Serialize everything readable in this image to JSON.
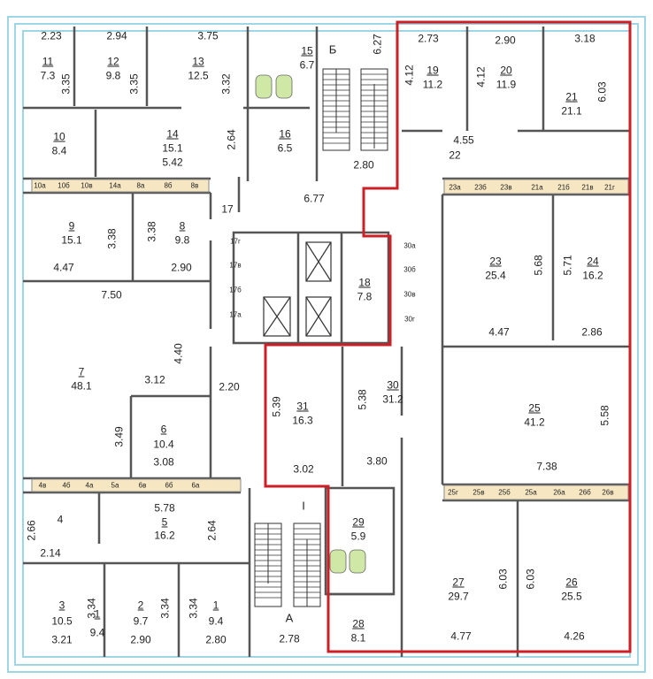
{
  "plan_title": "",
  "colors": {
    "outer_wall": "#9ed6e6",
    "wall": "#444444",
    "highlight": "#cc1f26",
    "strip": "#f3dfb0"
  },
  "rooms": [
    {
      "id": "1",
      "number": "1",
      "area": "9.4",
      "dims": [
        "3.34",
        "2.80"
      ]
    },
    {
      "id": "2",
      "number": "2",
      "area": "9.7",
      "dims": [
        "3.34",
        "2.90"
      ]
    },
    {
      "id": "3",
      "number": "3",
      "area": "10.5",
      "dims": [
        "3.34",
        "3.21"
      ]
    },
    {
      "id": "4",
      "number": "4",
      "area": "",
      "dims": [
        "2.66",
        "2.14"
      ]
    },
    {
      "id": "5",
      "number": "5",
      "area": "16.2",
      "dims": [
        "5.78",
        "2.64"
      ]
    },
    {
      "id": "6",
      "number": "6",
      "area": "10.4",
      "dims": [
        "3.49",
        "3.08"
      ]
    },
    {
      "id": "7",
      "number": "7",
      "area": "48.1",
      "dims": [
        "7.50",
        "4.40",
        "3.12"
      ]
    },
    {
      "id": "8",
      "number": "8",
      "area": "9.8",
      "dims": [
        "3.38",
        "2.90"
      ]
    },
    {
      "id": "9",
      "number": "9",
      "area": "15.1",
      "dims": [
        "3.38",
        "4.47"
      ]
    },
    {
      "id": "10",
      "number": "10",
      "area": "8.4",
      "dims": []
    },
    {
      "id": "11",
      "number": "11",
      "area": "7.3",
      "dims": [
        "2.23",
        "3.35"
      ]
    },
    {
      "id": "12",
      "number": "12",
      "area": "9.8",
      "dims": [
        "2.94",
        "3.35"
      ]
    },
    {
      "id": "13",
      "number": "13",
      "area": "12.5",
      "dims": [
        "3.75",
        "3.32"
      ]
    },
    {
      "id": "14",
      "number": "14",
      "area": "15.1",
      "dims": [
        "5.42",
        "2.64"
      ]
    },
    {
      "id": "15",
      "number": "15",
      "area": "6.7",
      "dims": []
    },
    {
      "id": "16",
      "number": "16",
      "area": "6.5",
      "dims": []
    },
    {
      "id": "17",
      "number": "17",
      "area": "",
      "dims": [
        "6.77",
        "2.20"
      ]
    },
    {
      "id": "18",
      "number": "18",
      "area": "7.8",
      "dims": []
    },
    {
      "id": "19",
      "number": "19",
      "area": "11.2",
      "dims": [
        "2.73",
        "4.12"
      ]
    },
    {
      "id": "20",
      "number": "20",
      "area": "11.9",
      "dims": [
        "2.90",
        "4.12"
      ]
    },
    {
      "id": "21",
      "number": "21",
      "area": "21.1",
      "dims": [
        "3.18",
        "6.03"
      ]
    },
    {
      "id": "22",
      "number": "22",
      "area": "",
      "dims": [
        "4.55"
      ]
    },
    {
      "id": "23",
      "number": "23",
      "area": "25.4",
      "dims": [
        "5.68",
        "4.47"
      ]
    },
    {
      "id": "24",
      "number": "24",
      "area": "16.2",
      "dims": [
        "5.71",
        "2.86"
      ]
    },
    {
      "id": "25",
      "number": "25",
      "area": "41.2",
      "dims": [
        "5.58",
        "7.38"
      ]
    },
    {
      "id": "26",
      "number": "26",
      "area": "25.5",
      "dims": [
        "6.03",
        "4.26"
      ]
    },
    {
      "id": "27",
      "number": "27",
      "area": "29.7",
      "dims": [
        "6.03",
        "4.77"
      ]
    },
    {
      "id": "28",
      "number": "28",
      "area": "8.1",
      "dims": []
    },
    {
      "id": "29",
      "number": "29",
      "area": "5.9",
      "dims": []
    },
    {
      "id": "30",
      "number": "30",
      "area": "31.2",
      "dims": [
        "5.38",
        "3.80"
      ]
    },
    {
      "id": "31",
      "number": "31",
      "area": "16.3",
      "dims": [
        "5.39",
        "3.02"
      ]
    }
  ],
  "small_rooms": [
    "10а",
    "10б",
    "10в",
    "14а",
    "8а",
    "8б",
    "8в",
    "23а",
    "23б",
    "23в",
    "21а",
    "21б",
    "21в",
    "21г",
    "17г",
    "17в",
    "17б",
    "17а",
    "30а",
    "30б",
    "30в",
    "30г",
    "4в",
    "4б",
    "4а",
    "5а",
    "6в",
    "6б",
    "6а",
    "25г",
    "25в",
    "25б",
    "25а",
    "26а",
    "26б",
    "26в"
  ],
  "stair_labels": {
    "A": "А",
    "B": "Б",
    "roman": "I",
    "b_dim": "6.27",
    "a_dim": "2.78",
    "b_width": "2.80"
  }
}
